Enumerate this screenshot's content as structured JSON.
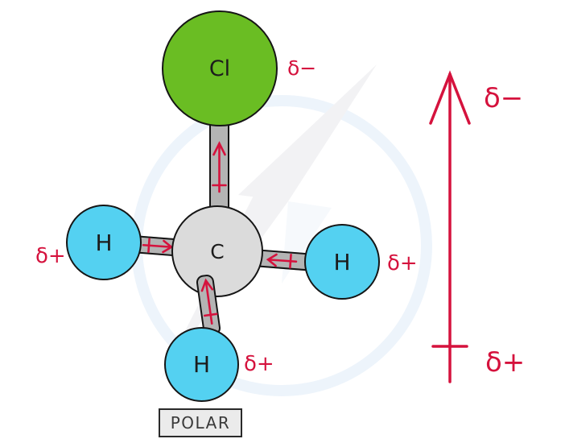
{
  "atoms": {
    "chlorine": {
      "symbol": "Cl",
      "charge": "δ−"
    },
    "carbon": {
      "symbol": "C"
    },
    "hydrogen_left": {
      "symbol": "H",
      "charge": "δ+"
    },
    "hydrogen_right": {
      "symbol": "H",
      "charge": "δ+"
    },
    "hydrogen_bottom": {
      "symbol": "H",
      "charge": "δ+"
    }
  },
  "net_dipole": {
    "head_label": "δ−",
    "tail_label": "δ+"
  },
  "caption": {
    "label": "POLAR"
  },
  "colors": {
    "chlorine_fill": "#6abd23",
    "hydrogen_fill": "#54d1f1",
    "carbon_fill": "#dbdbdb",
    "bond_fill": "#b4b4b4",
    "outline": "#151515",
    "dipole_red": "#d5123d",
    "caption_fill": "#ebebeb",
    "watermark_blue": "#edf4fb",
    "watermark_gray": "#f2f2f4"
  }
}
